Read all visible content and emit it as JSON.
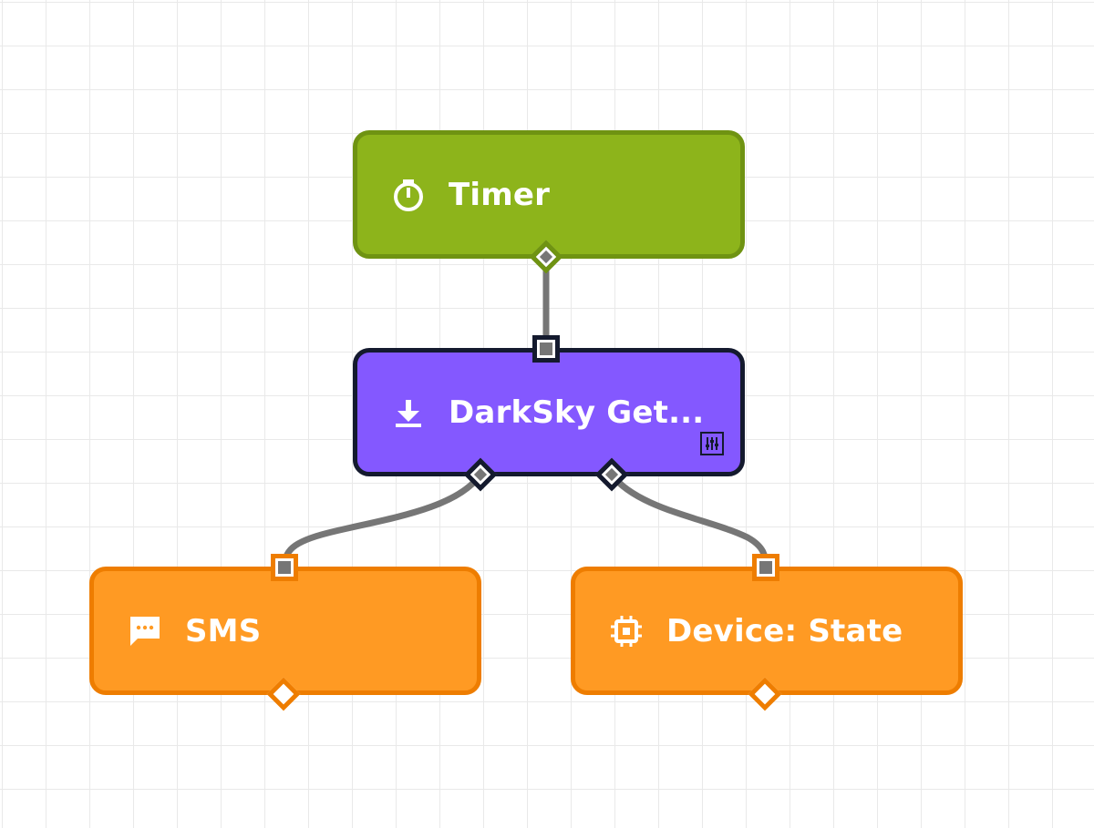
{
  "canvas": {
    "grid": "on",
    "background": "#ffffff",
    "grid_color": "#e9e9e9"
  },
  "nodes": {
    "timer": {
      "label": "Timer",
      "icon": "stopwatch-icon",
      "color": "#8db41b",
      "border": "#6f9312"
    },
    "darksky": {
      "label": "DarkSky Get...",
      "icon": "download-icon",
      "color": "#8458ff",
      "border": "#141a2e",
      "settings_icon": "sliders-icon"
    },
    "sms": {
      "label": "SMS",
      "icon": "message-bubble-icon",
      "color": "#ff9a23",
      "border": "#ee7d00"
    },
    "device": {
      "label": "Device: State",
      "icon": "chip-icon",
      "color": "#ff9a23",
      "border": "#ee7d00"
    }
  },
  "connections": [
    {
      "from": "timer",
      "to": "darksky"
    },
    {
      "from": "darksky",
      "to": "sms"
    },
    {
      "from": "darksky",
      "to": "device"
    }
  ],
  "wire_color": "#767676"
}
